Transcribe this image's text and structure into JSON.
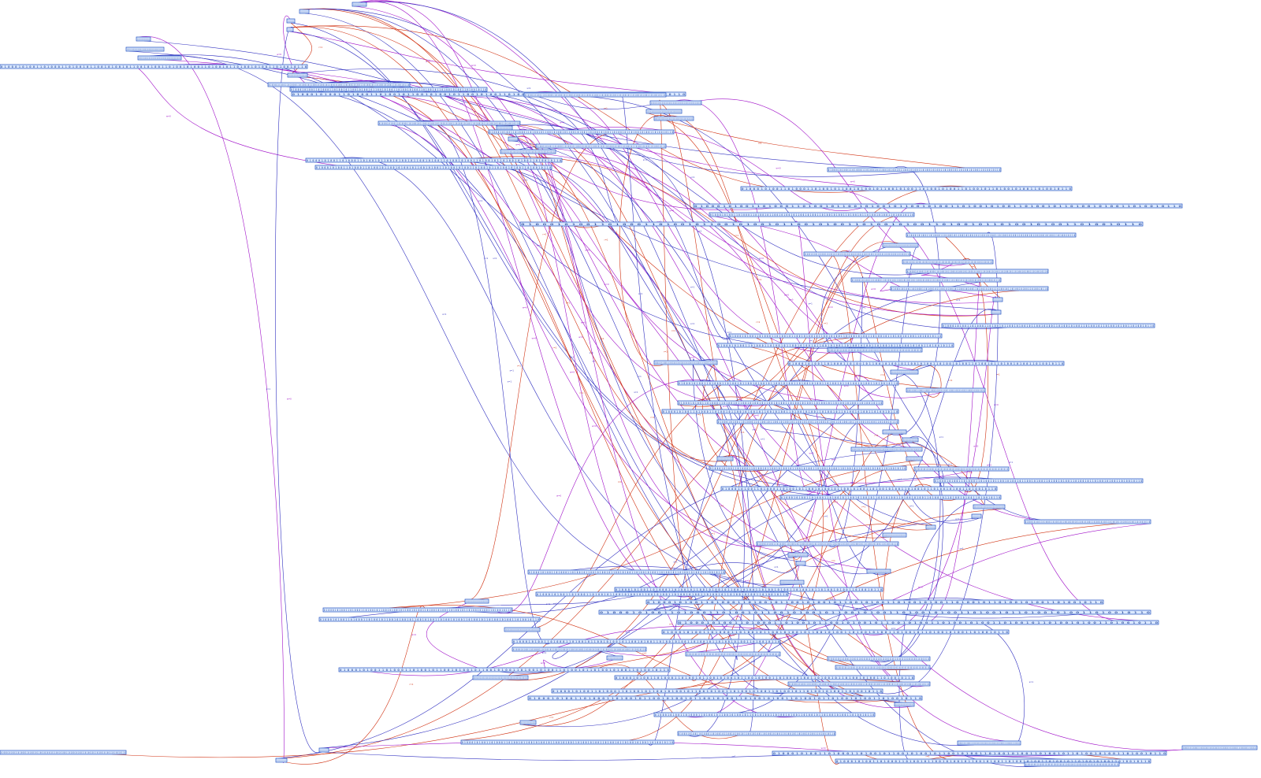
{
  "diagram": {
    "colors": {
      "background": "#ffffff",
      "node_fill": "#dbe9ff",
      "node_stroke": "#1f4fbf",
      "node_text": "#0b2f8a",
      "edge_red": "#d03010",
      "edge_purple": "#a010c8",
      "edge_blue": "#3030c0"
    },
    "node_label": "0 1 0 0 0 1 0 1 0 0 1 1 0 1 0 0 0 1 1 0 1 0 0 1 0 1 1 0 0 1 0 1 0 0 1 0 1 1 0 0 1 0 1 0 0 1 1 0 1 0 0 1 0 1 0 0 1 1 0 1 0 0 1 0 1 1 0 1 0 0 1 0 1 0 0 1 1 0 1 0 0 1 0 1 1 0",
    "edge_label_red": "r=1",
    "edge_label_purple": "w=0",
    "edge_label_blue": "s=1"
  }
}
